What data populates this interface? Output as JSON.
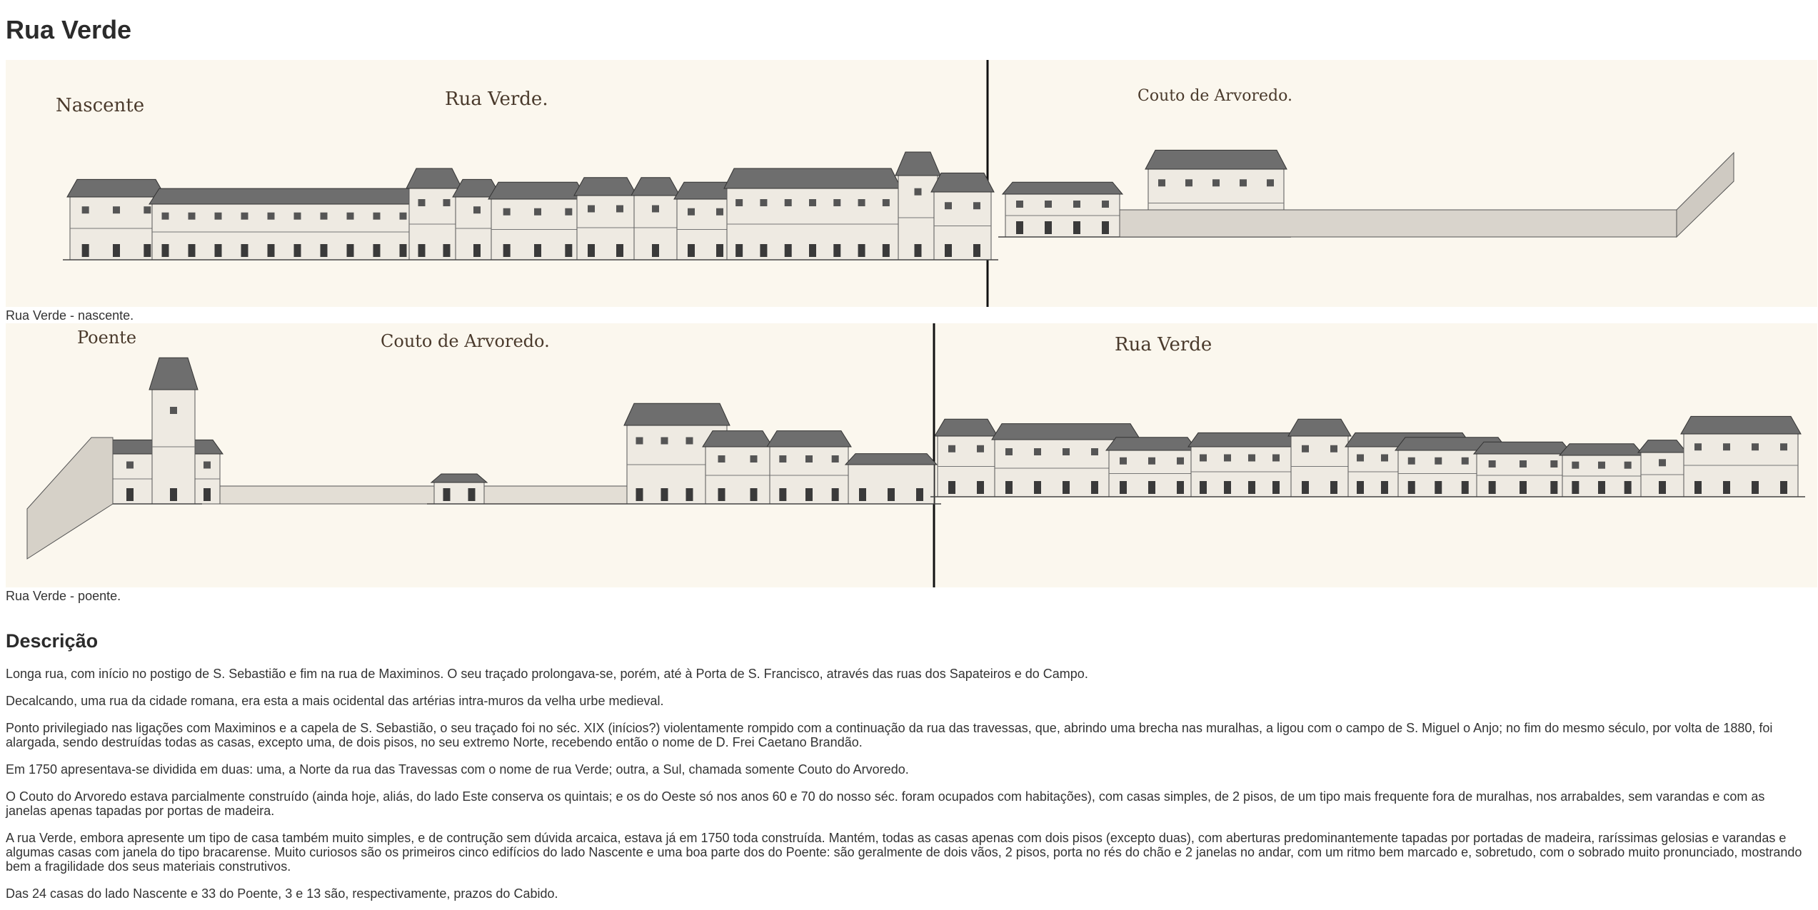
{
  "title": "Rua Verde",
  "figures": [
    {
      "caption": "Rua Verde - nascente.",
      "labels": {
        "left": "Nascente",
        "center": "Rua Verde.",
        "right": "Couto de Arvoredo."
      }
    },
    {
      "caption": "Rua Verde - poente.",
      "labels": {
        "left": "Poente",
        "center": "Couto de Arvoredo.",
        "right": "Rua Verde"
      }
    }
  ],
  "description": {
    "heading": "Descrição",
    "paragraphs": [
      "Longa rua, com início no postigo de S. Sebastião e fim na rua de Maximinos. O seu traçado prolongava-se, porém, até à Porta de S. Francisco, através das ruas dos Sapateiros e do Campo.",
      "Decalcando, uma rua da cidade romana, era esta a mais ocidental das artérias intra-muros da velha urbe medieval.",
      "Ponto privilegiado nas ligações com Maximinos e a capela de S. Sebastião, o seu traçado foi no séc. XIX (inícios?) violentamente rompido com a continuação da rua das travessas, que, abrindo uma brecha nas muralhas, a ligou com o campo de S. Miguel o Anjo; no fim do mesmo século, por volta de 1880, foi alargada, sendo destruídas todas as casas, excepto uma, de dois pisos, no seu extremo Norte, recebendo então o nome de D. Frei Caetano Brandão.",
      "Em 1750 apresentava-se dividida em duas: uma, a Norte da rua das Travessas com o nome de rua Verde; outra, a Sul, chamada somente Couto do Arvoredo.",
      "O Couto do Arvoredo estava parcialmente construído (ainda hoje, aliás, do lado Este conserva os quintais; e os do Oeste só nos anos 60 e 70 do nosso séc. foram ocupados com habitações), com casas simples, de 2 pisos, de um tipo mais frequente fora de muralhas, nos arrabaldes, sem varandas e com as janelas apenas tapadas por portas de madeira.",
      "A rua Verde, embora apresente um tipo de casa também muito simples, e de contrução sem dúvida arcaica, estava já em 1750 toda construída. Mantém, todas as casas apenas com dois pisos (excepto duas), com aberturas predominantemente tapadas por portadas de madeira, raríssimas gelosias e varandas e algumas casas com janela do tipo bracarense. Muito curiosos são os primeiros cinco edifícios do lado Nascente e uma boa parte dos do Poente: são geralmente de dois vãos, 2 pisos, porta no rés do chão e 2 janelas no andar, com um ritmo bem marcado e, sobretudo, com o sobrado muito pronunciado, mostrando bem a fragilidade dos seus materiais construtivos.",
      "Das 24 casas do lado Nascente e 33 do Poente, 3 e 13 são, respectivamente, prazos do Cabido."
    ]
  },
  "colors": {
    "paper": "#fbf7ee",
    "ink": "#4a3a2c",
    "roof": "#6e6e6e",
    "wall": "#eeeae2"
  }
}
